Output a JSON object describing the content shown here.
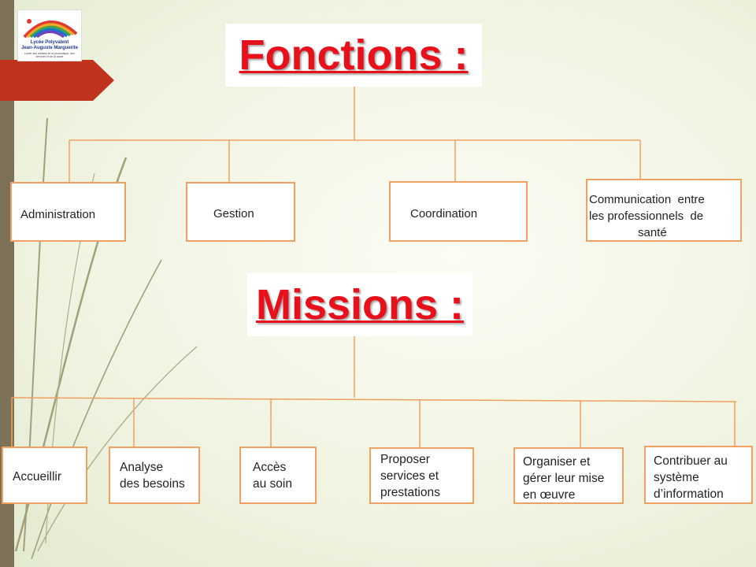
{
  "logo": {
    "line1": "Lycée Polyvalent",
    "line2": "Jean-Auguste Marguerite",
    "line3": "Lycée des métiers de la productique, des services et de la santé"
  },
  "headings": {
    "fonctions": "Fonctions :",
    "missions": "Missions :"
  },
  "fonctions": {
    "administration": "Administration",
    "gestion": "Gestion",
    "coordination": "Coordination",
    "communication": [
      "Communication  entre",
      "les professionnels  de",
      "santé"
    ]
  },
  "missions": {
    "accueillir": "Accueillir",
    "analyse": [
      "Analyse",
      "des besoins"
    ],
    "acces": [
      "Accès",
      "au soin"
    ],
    "proposer": [
      "Proposer",
      "services et",
      "prestations"
    ],
    "organiser": [
      "Organiser et",
      "gérer leur mise",
      "en œuvre"
    ],
    "contribuer": [
      "Contribuer au",
      "système",
      "d’information"
    ]
  },
  "colors": {
    "heading": "#e8111b",
    "box_border": "#f0a060",
    "connector": "#f0a060",
    "arrow": "#c0331d",
    "bar": "#7d7257"
  }
}
